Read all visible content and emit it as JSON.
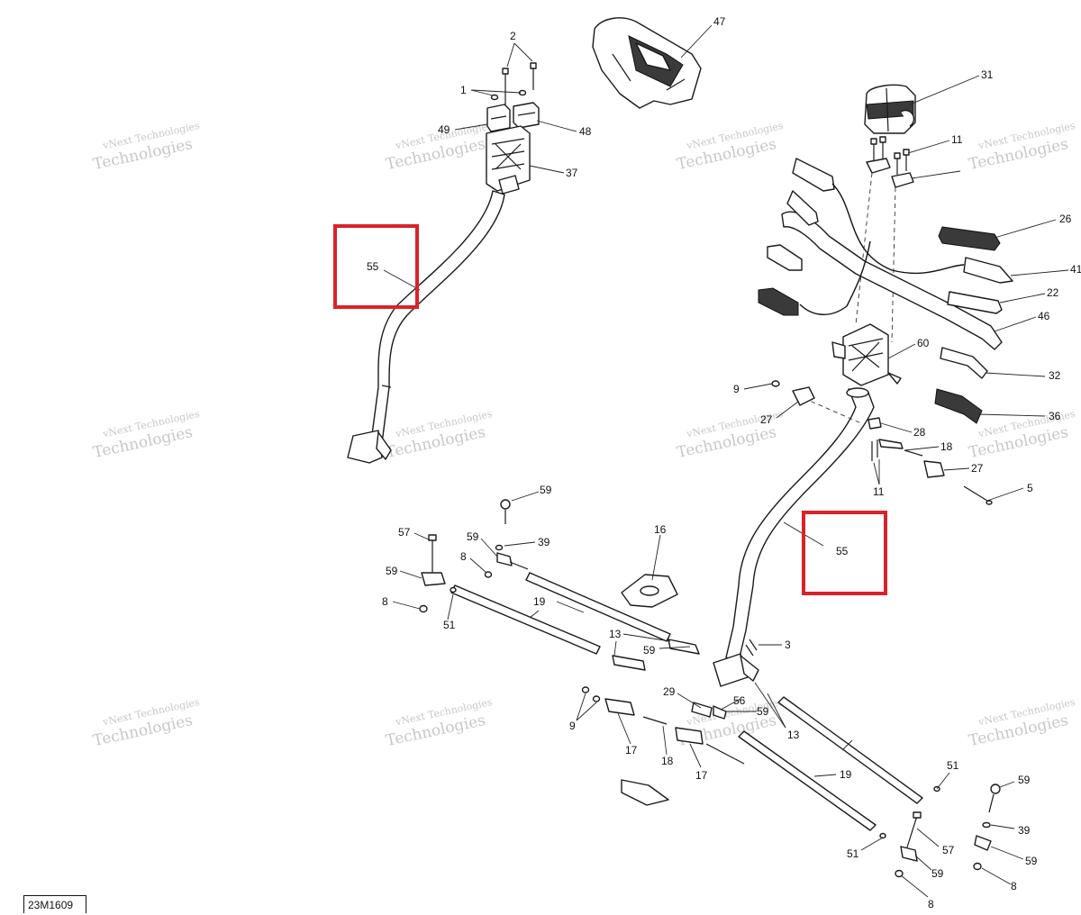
{
  "figure": {
    "reference_code": "23M1609",
    "watermark_line1": "vNext Technologies",
    "watermark_line2": "Technologies"
  },
  "callouts": {
    "c1": "1",
    "c2": "2",
    "c3": "3",
    "c5": "5",
    "c8a": "8",
    "c8b": "8",
    "c8c": "8",
    "c9a": "9",
    "c9b": "9",
    "c11a": "11",
    "c11b": "11",
    "c13a": "13",
    "c13b": "13",
    "c16": "16",
    "c17a": "17",
    "c17b": "17",
    "c18a": "18",
    "c18b": "18",
    "c19a": "19",
    "c19b": "19",
    "c22": "22",
    "c26": "26",
    "c27a": "27",
    "c27b": "27",
    "c28": "28",
    "c29": "29",
    "c31": "31",
    "c32": "32",
    "c36": "36",
    "c37": "37",
    "c39a": "39",
    "c39b": "39",
    "c41": "41",
    "c46": "46",
    "c47": "47",
    "c48": "48",
    "c49": "49",
    "c51a": "51",
    "c51b": "51",
    "c51c": "51",
    "c55a": "55",
    "c55b": "55",
    "c56": "56",
    "c57a": "57",
    "c57b": "57",
    "c59a": "59",
    "c59b": "59",
    "c59c": "59",
    "c59d": "59",
    "c59e": "59",
    "c59f": "59",
    "c59g": "59",
    "c60": "60"
  },
  "colors": {
    "highlight": "#d8232a",
    "line": "#1a1a1a",
    "watermark": "#9a9a9a"
  }
}
